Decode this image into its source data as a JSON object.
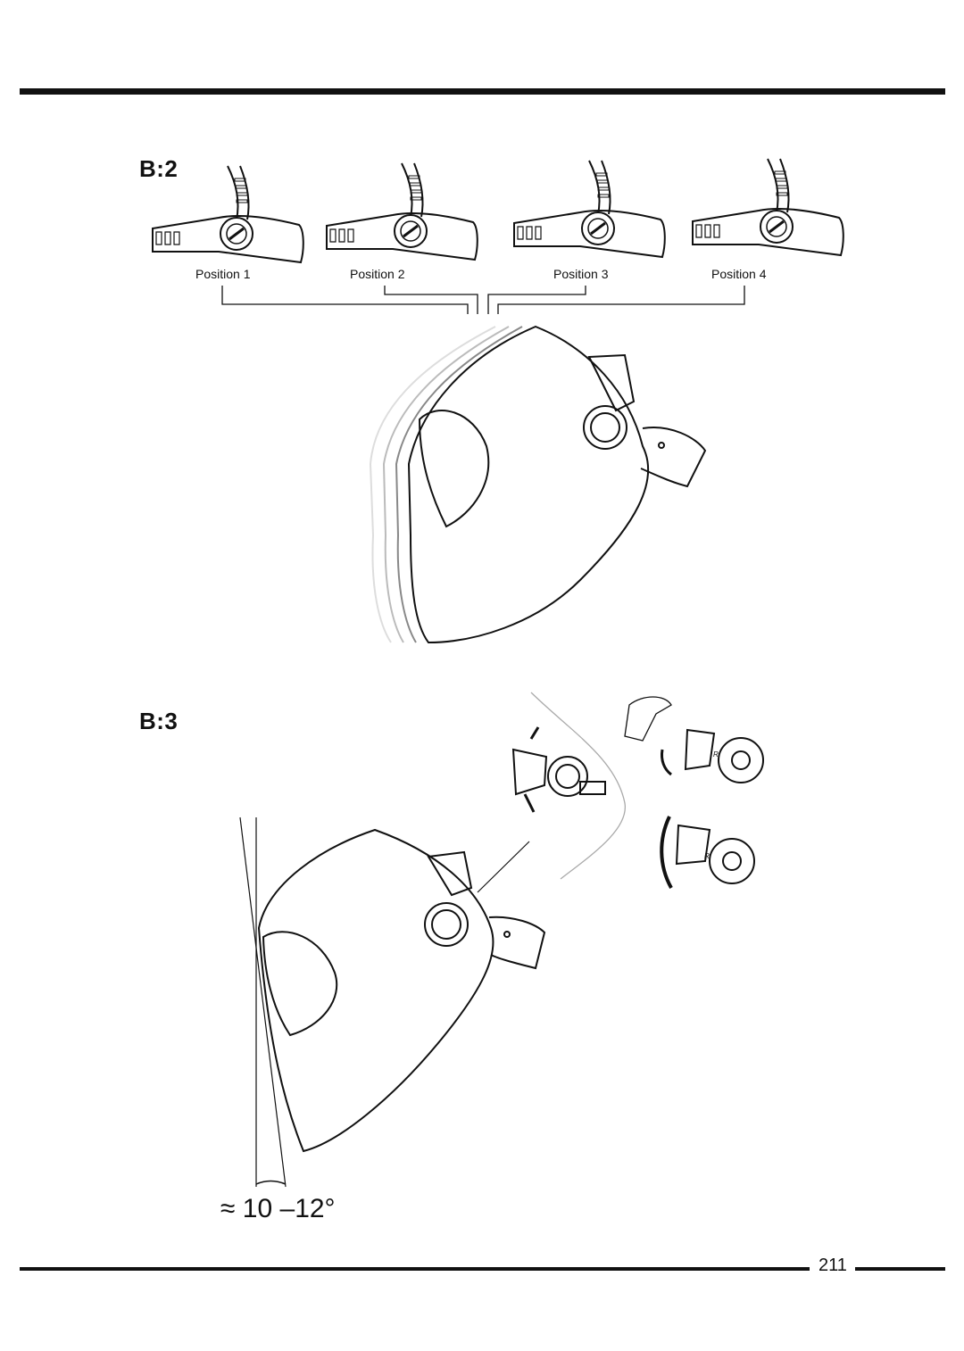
{
  "sections": {
    "b2_label": "B:2",
    "b3_label": "B:3"
  },
  "positions": [
    "Position 1",
    "Position 2",
    "Position 3",
    "Position 4"
  ],
  "angle_label": "≈ 10 –12°",
  "knob_letter": "R",
  "footer": {
    "page_number": "211"
  }
}
